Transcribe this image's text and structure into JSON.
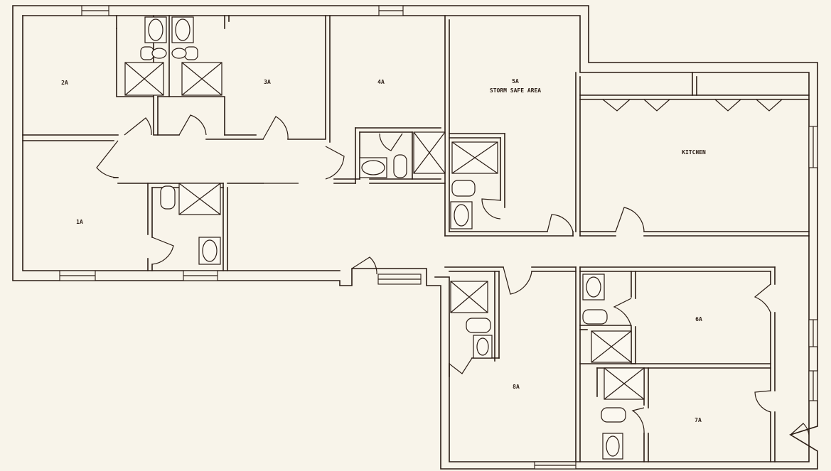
{
  "rooms": {
    "r2a": "2A",
    "r3a": "3A",
    "r4a": "4A",
    "r5a": "5A",
    "r5a_note": "STORM SAFE AREA",
    "kitchen": "KITCHEN",
    "r1a": "1A",
    "r6a": "6A",
    "r7a": "7A",
    "r8a": "8A"
  },
  "colors": {
    "background": "#f8f4ea",
    "line": "#2a1c14"
  }
}
